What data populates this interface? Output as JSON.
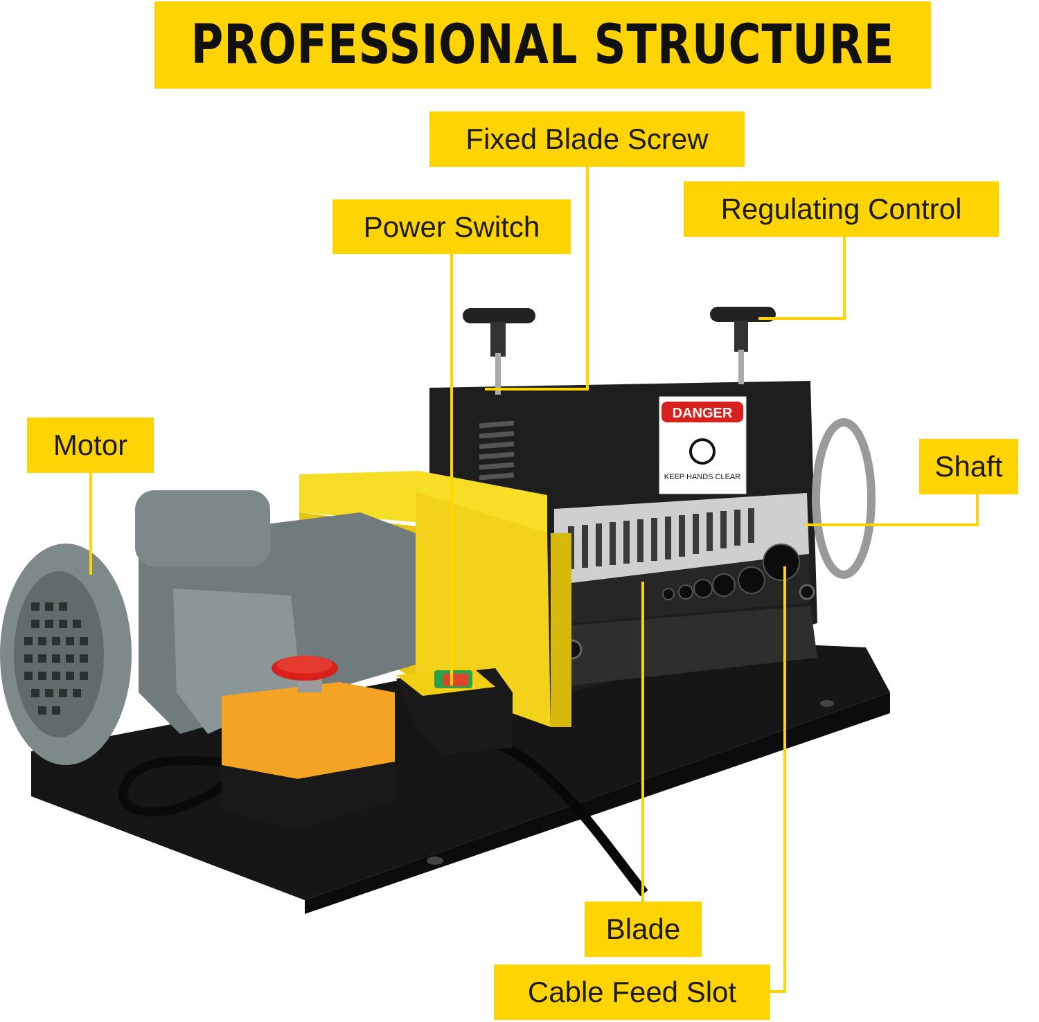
{
  "title": "PROFESSIONAL STRUCTURE",
  "labels": {
    "fixed_blade_screw": "Fixed Blade Screw",
    "regulating_control": "Regulating Control",
    "power_switch": "Power Switch",
    "motor": "Motor",
    "shaft": "Shaft",
    "blade": "Blade",
    "cable_feed_slot": "Cable Feed Slot"
  },
  "sticker": {
    "header": "DANGER",
    "caption": "KEEP HANDS CLEAR"
  },
  "colors": {
    "accent": "#ffd400",
    "leader_line": "#ffd400",
    "machine_yellow": "#f2d21b",
    "motor_gray": "#6f7b7c",
    "body_black": "#1c1c1c",
    "estop_red": "#d8201c",
    "estop_box_orange": "#f5a322"
  }
}
